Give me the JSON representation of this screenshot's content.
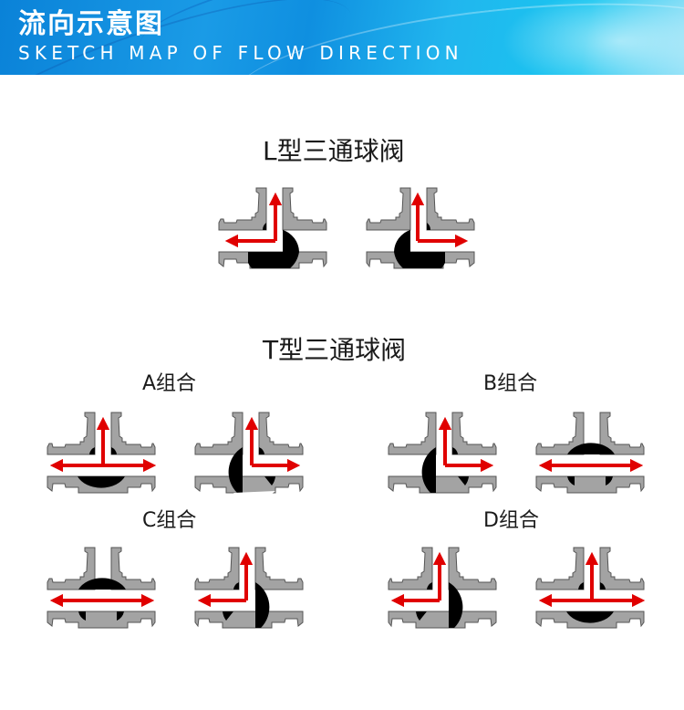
{
  "header": {
    "title_cn": "流向示意图",
    "title_en": "SKETCH MAP OF FLOW DIRECTION"
  },
  "colors": {
    "header_blue": "#1a9be6",
    "valve_body": "#a3a3a3",
    "valve_outline": "#555555",
    "ball": "#000000",
    "arrow": "#e00000"
  },
  "sections": {
    "l_type": {
      "title": "L型三通球阀",
      "valves": [
        {
          "id": "L1",
          "flow": "top-left",
          "ball": "L-right-bottom"
        },
        {
          "id": "L2",
          "flow": "top-right",
          "ball": "L-left-bottom"
        }
      ]
    },
    "t_type": {
      "title": "T型三通球阀",
      "groups": [
        {
          "label": "A组合",
          "valves": [
            {
              "id": "A1",
              "flow": "left-right-top",
              "ball": "T-bottom"
            },
            {
              "id": "A2",
              "flow": "top-right",
              "ball": "T-left"
            }
          ]
        },
        {
          "label": "B组合",
          "valves": [
            {
              "id": "B1",
              "flow": "top-right",
              "ball": "T-left"
            },
            {
              "id": "B2",
              "flow": "left-right",
              "ball": "T-top"
            }
          ]
        },
        {
          "label": "C组合",
          "valves": [
            {
              "id": "C1",
              "flow": "left-right",
              "ball": "T-top"
            },
            {
              "id": "C2",
              "flow": "top-left",
              "ball": "T-right"
            }
          ]
        },
        {
          "label": "D组合",
          "valves": [
            {
              "id": "D1",
              "flow": "top-left",
              "ball": "T-right"
            },
            {
              "id": "D2",
              "flow": "left-right-top",
              "ball": "T-bottom"
            }
          ]
        }
      ]
    }
  }
}
